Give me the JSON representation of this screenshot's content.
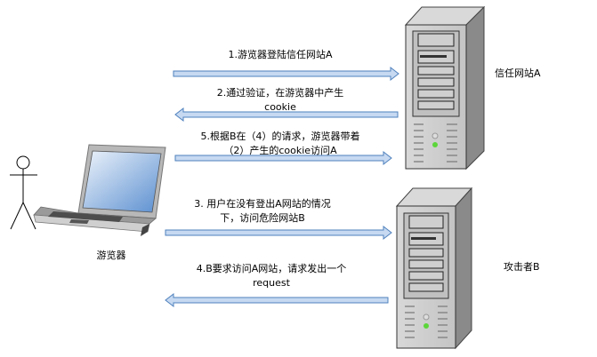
{
  "colors": {
    "arrow_fill": "#c6d9f1",
    "arrow_stroke": "#4f81bd"
  },
  "nodes": {
    "browser": {
      "label": "游览器",
      "icon": "laptop-icon"
    },
    "user": {
      "icon": "stick-figure-icon"
    },
    "site_a": {
      "label": "信任网站A",
      "icon": "server-icon"
    },
    "attacker_b": {
      "label": "攻击者B",
      "icon": "server-icon"
    }
  },
  "arrows": [
    {
      "id": "step1",
      "direction": "right",
      "lines": [
        "1.游览器登陆信任网站A"
      ]
    },
    {
      "id": "step2",
      "direction": "left",
      "lines": [
        "2.通过验证，在游览器中产生",
        "cookie"
      ]
    },
    {
      "id": "step5",
      "direction": "right",
      "lines": [
        "5.根据B在（4）的请求，游览器带着",
        "（2）产生的cookie访问A"
      ]
    },
    {
      "id": "step3",
      "direction": "right",
      "lines": [
        "3.  用户在没有登出A网站的情况",
        "下，访问危险网站B"
      ]
    },
    {
      "id": "step4",
      "direction": "left",
      "lines": [
        "4.B要求访问A网站，请求发出一个",
        "request"
      ]
    }
  ]
}
